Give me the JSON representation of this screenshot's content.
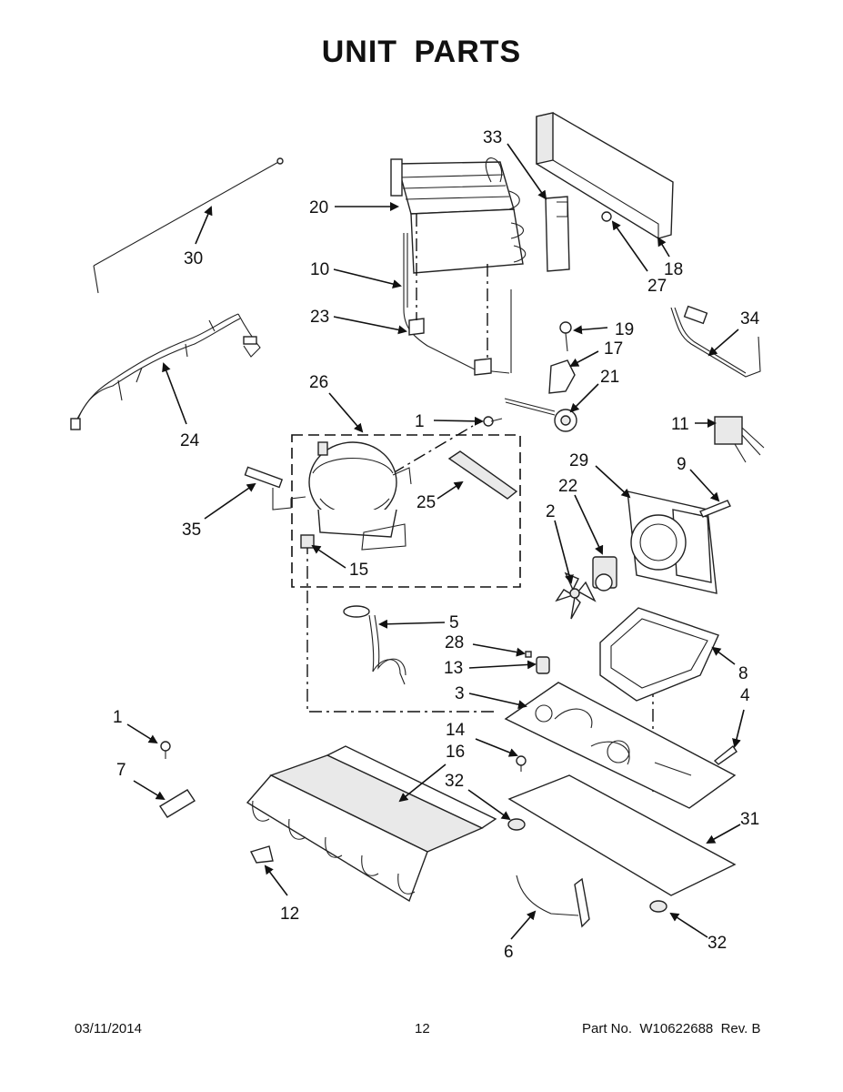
{
  "page": {
    "title": "UNIT PARTS",
    "footer": {
      "date": "03/11/2014",
      "page_number": "12",
      "part_number": "Part No.  W10622688  Rev. B"
    }
  },
  "callouts": {
    "c20": "20",
    "c33": "33",
    "c18": "18",
    "c27": "27",
    "c30": "30",
    "c10": "10",
    "c23": "23",
    "c19": "19",
    "c34": "34",
    "c17": "17",
    "c21": "21",
    "c24": "24",
    "c26": "26",
    "c1a": "1",
    "c11": "11",
    "c29": "29",
    "c9": "9",
    "c22": "22",
    "c25": "25",
    "c2": "2",
    "c35": "35",
    "c15": "15",
    "c5": "5",
    "c28": "28",
    "c8": "8",
    "c13": "13",
    "c3": "3",
    "c4": "4",
    "c1b": "1",
    "c14": "14",
    "c16": "16",
    "c7": "7",
    "c32a": "32",
    "c31": "31",
    "c12": "12",
    "c6": "6",
    "c32b": "32"
  }
}
